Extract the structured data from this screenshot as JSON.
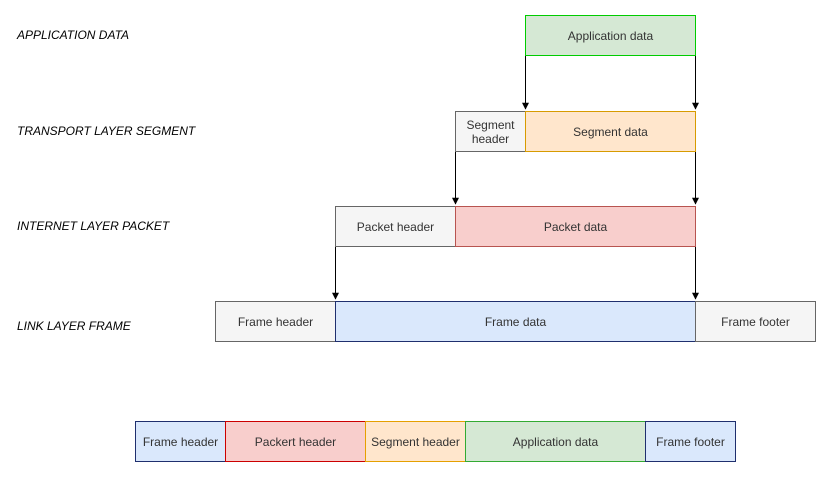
{
  "layers": {
    "application": "APPLICATION DATA",
    "transport": "TRANSPORT LAYER SEGMENT",
    "internet": "INTERNET LAYER PACKET",
    "link": "LINK LAYER FRAME"
  },
  "application_row": {
    "data": "Application data"
  },
  "transport_row": {
    "header": "Segment header",
    "data": "Segment data"
  },
  "internet_row": {
    "header": "Packet header",
    "data": "Packet data"
  },
  "link_row": {
    "header": "Frame header",
    "data": "Frame data",
    "footer": "Frame footer"
  },
  "combined_row": {
    "frame_header": "Frame header",
    "packet_header": "Packert header",
    "segment_header": "Segment header",
    "application_data": "Application data",
    "frame_footer": "Frame footer"
  },
  "colors": {
    "green": "#d5e8d4",
    "orange": "#ffe6cc",
    "red": "#f8cecc",
    "blue": "#dae8fc",
    "gray": "#f5f5f5"
  }
}
